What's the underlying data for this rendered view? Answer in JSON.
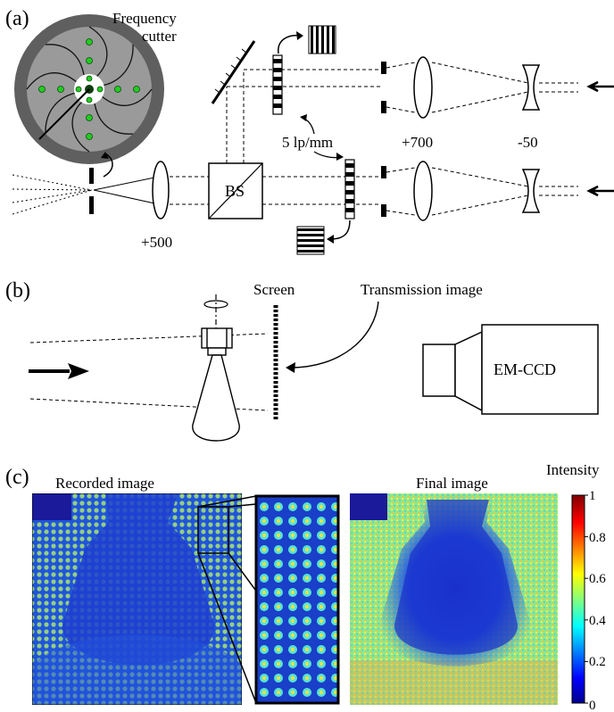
{
  "panel_a": {
    "label": "(a)",
    "frequency_cutter_label_1": "Frequency",
    "frequency_cutter_label_2": "cutter",
    "lens_plus700": "+700",
    "lens_minus50": "-50",
    "grating_label": "5 lp/mm",
    "beamsplitter": "BS",
    "lens_plus500": "+500"
  },
  "panel_b": {
    "label": "(b)",
    "screen_label": "Screen",
    "transmission_label": "Transmission image",
    "camera_label": "EM-CCD"
  },
  "panel_c": {
    "label": "(c)",
    "recorded_title": "Recorded image",
    "final_title": "Final image",
    "colorbar_title": "Intensity",
    "colorbar_ticks": [
      "1",
      "0.8",
      "0.6",
      "0.4",
      "0.2",
      "0"
    ]
  },
  "colors": {
    "cutter_outer": "#666666",
    "cutter_inner": "#9a9a9a",
    "cutter_dots": "#22cc22",
    "colormap": [
      "#00008f",
      "#0000ff",
      "#00ffff",
      "#ffff00",
      "#ff0000",
      "#800000"
    ]
  }
}
